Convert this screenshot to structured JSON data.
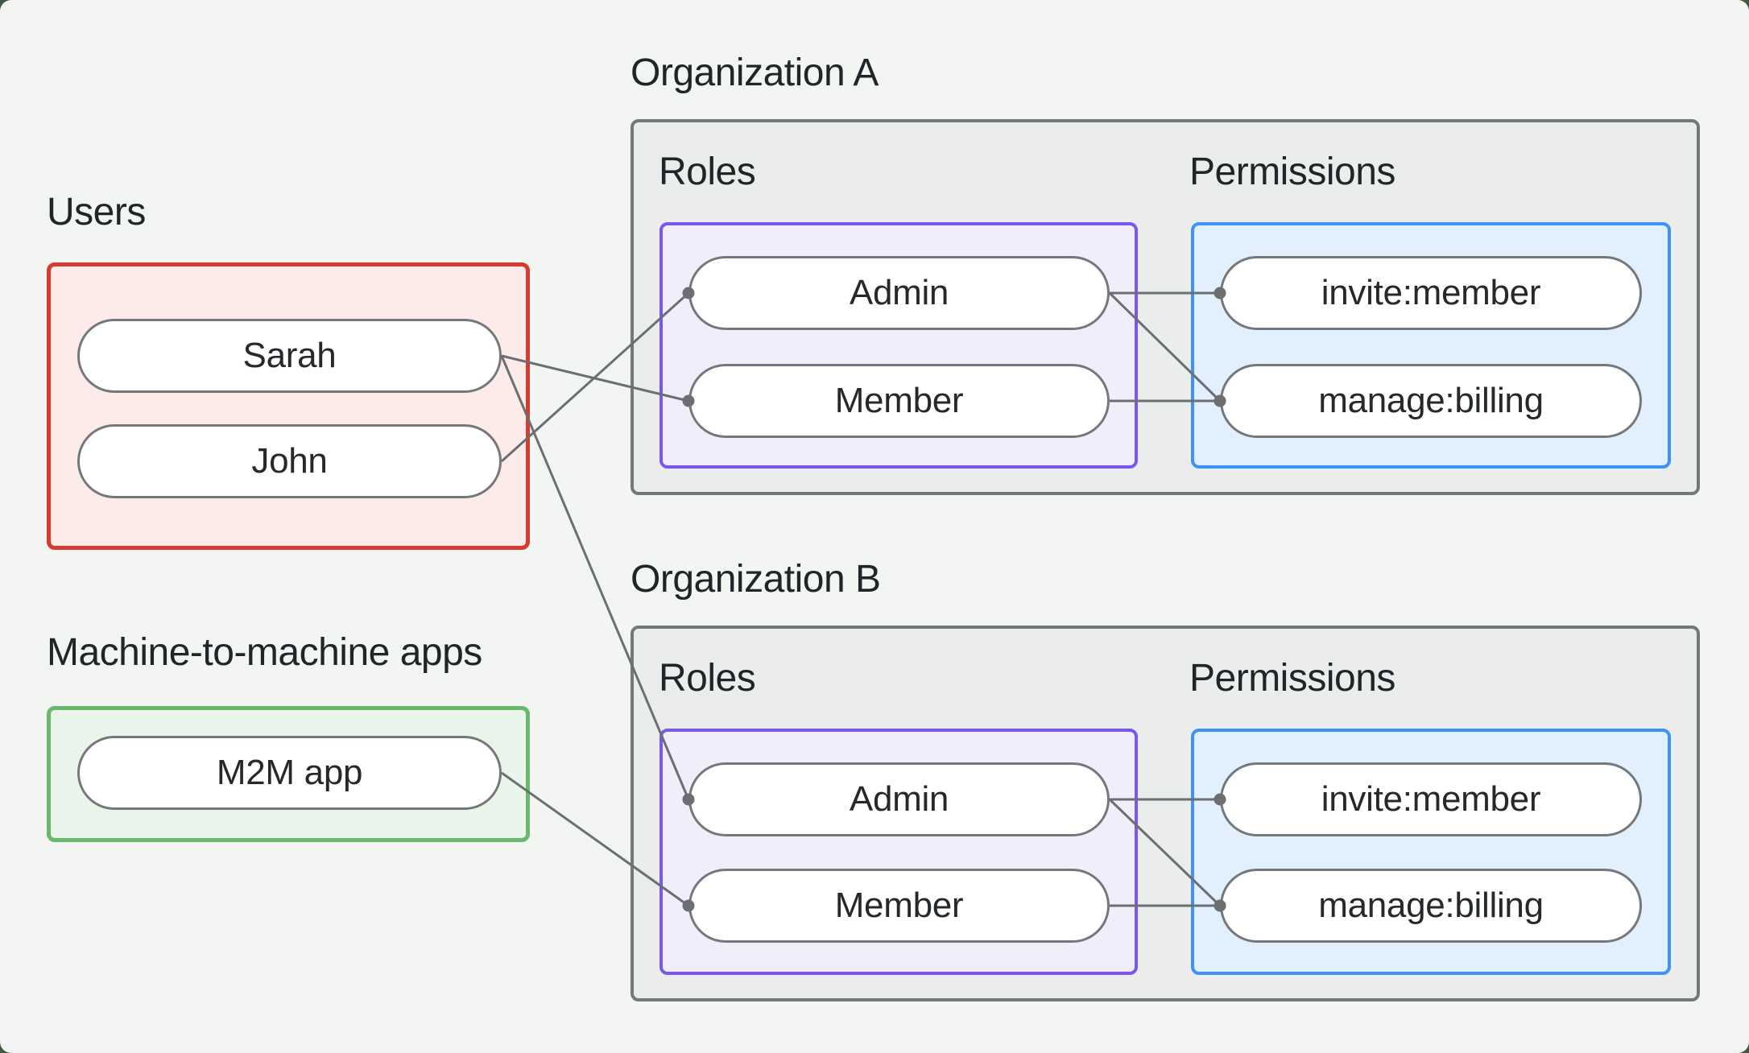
{
  "page": {
    "background_color": "#3f5a44",
    "canvas_color": "#f3f5f2",
    "text_color": "#212529"
  },
  "users_group": {
    "title": "Users",
    "border_color": "#d83a31",
    "fill_color": "#fcebe8",
    "members": [
      "Sarah",
      "John"
    ]
  },
  "m2m_group": {
    "title": "Machine-to-machine apps",
    "border_color": "#68b96d",
    "fill_color": "#e9f5ea",
    "members": [
      "M2M app"
    ]
  },
  "orgs": [
    {
      "title": "Organization A",
      "roles_label": "Roles",
      "permissions_label": "Permissions",
      "roles": [
        "Admin",
        "Member"
      ],
      "permissions": [
        "invite:member",
        "manage:billing"
      ],
      "roles_border_color": "#7957f0",
      "roles_fill_color": "#f2edfb",
      "permissions_border_color": "#3f91f7",
      "permissions_fill_color": "#e2effc",
      "box_border_color": "#75787b",
      "box_fill_color": "#ebedec"
    },
    {
      "title": "Organization B",
      "roles_label": "Roles",
      "permissions_label": "Permissions",
      "roles": [
        "Admin",
        "Member"
      ],
      "permissions": [
        "invite:member",
        "manage:billing"
      ],
      "roles_border_color": "#7957f0",
      "roles_fill_color": "#f2edfb",
      "permissions_border_color": "#3f91f7",
      "permissions_fill_color": "#e2effc",
      "box_border_color": "#75787b",
      "box_fill_color": "#ebedec"
    }
  ],
  "connections": [
    {
      "from": "user-sarah",
      "to": "orgA-role-member"
    },
    {
      "from": "user-john",
      "to": "orgA-role-admin"
    },
    {
      "from": "user-sarah",
      "to": "orgB-role-admin"
    },
    {
      "from": "m2m-app",
      "to": "orgB-role-member"
    },
    {
      "from": "orgA-role-admin",
      "to": "orgA-perm-invite"
    },
    {
      "from": "orgA-role-admin",
      "to": "orgA-perm-manage"
    },
    {
      "from": "orgA-role-member",
      "to": "orgA-perm-manage"
    },
    {
      "from": "orgB-role-admin",
      "to": "orgB-perm-invite"
    },
    {
      "from": "orgB-role-admin",
      "to": "orgB-perm-manage"
    },
    {
      "from": "orgB-role-member",
      "to": "orgB-perm-manage"
    }
  ],
  "connector": {
    "line_color": "#6b6f72",
    "dot_color": "#6b6f72",
    "line_width": 3,
    "dot_radius": 7.5
  }
}
